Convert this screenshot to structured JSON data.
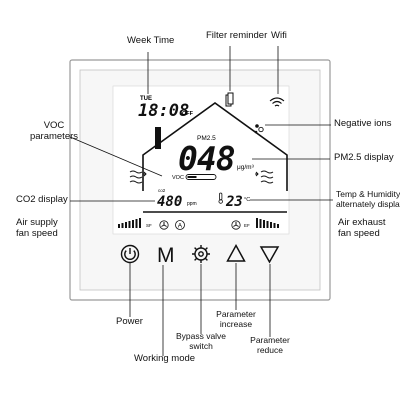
{
  "callouts": {
    "week_time": "Week Time",
    "filter_reminder": "Filter reminder",
    "wifi": "Wifi",
    "voc_parameters_line1": "VOC",
    "voc_parameters_line2": "parameters",
    "negative_ions": "Negative ions",
    "pm25_display": "PM2.5 display",
    "co2_display": "CO2 display",
    "temp_humidity_line1": "Temp & Humidity",
    "temp_humidity_line2": "alternately display",
    "air_supply_line1": "Air supply",
    "air_supply_line2": "fan speed",
    "air_exhaust_line1": "Air exhaust",
    "air_exhaust_line2": "fan speed",
    "power": "Power",
    "working_mode": "Working mode",
    "bypass_line1": "Bypass valve",
    "bypass_line2": "switch",
    "param_increase_line1": "Parameter",
    "param_increase_line2": "increase",
    "param_reduce_line1": "Parameter",
    "param_reduce_line2": "reduce"
  },
  "display": {
    "day": "TUE",
    "time": "18:08",
    "time_suffix": "OFF",
    "pm_label": "PM2.5",
    "pm_value": "048",
    "pm_unit": "μg/m³",
    "voc_label": "VOC",
    "co2_label": "co2",
    "co2_value": "480",
    "co2_unit": "ppm",
    "temp_value": "23",
    "temp_unit": "°C",
    "sf_label": "SF",
    "ef_label": "EF",
    "auto_symbol": "A"
  },
  "buttons": {
    "mode_label": "M"
  },
  "icons": [
    "wifi-icon",
    "filter-icon",
    "negative-ion-icon",
    "fan-icon",
    "power-icon",
    "gear-icon",
    "up-triangle-icon",
    "down-triangle-icon",
    "wind-icon",
    "auto-icon",
    "thermometer-icon"
  ]
}
